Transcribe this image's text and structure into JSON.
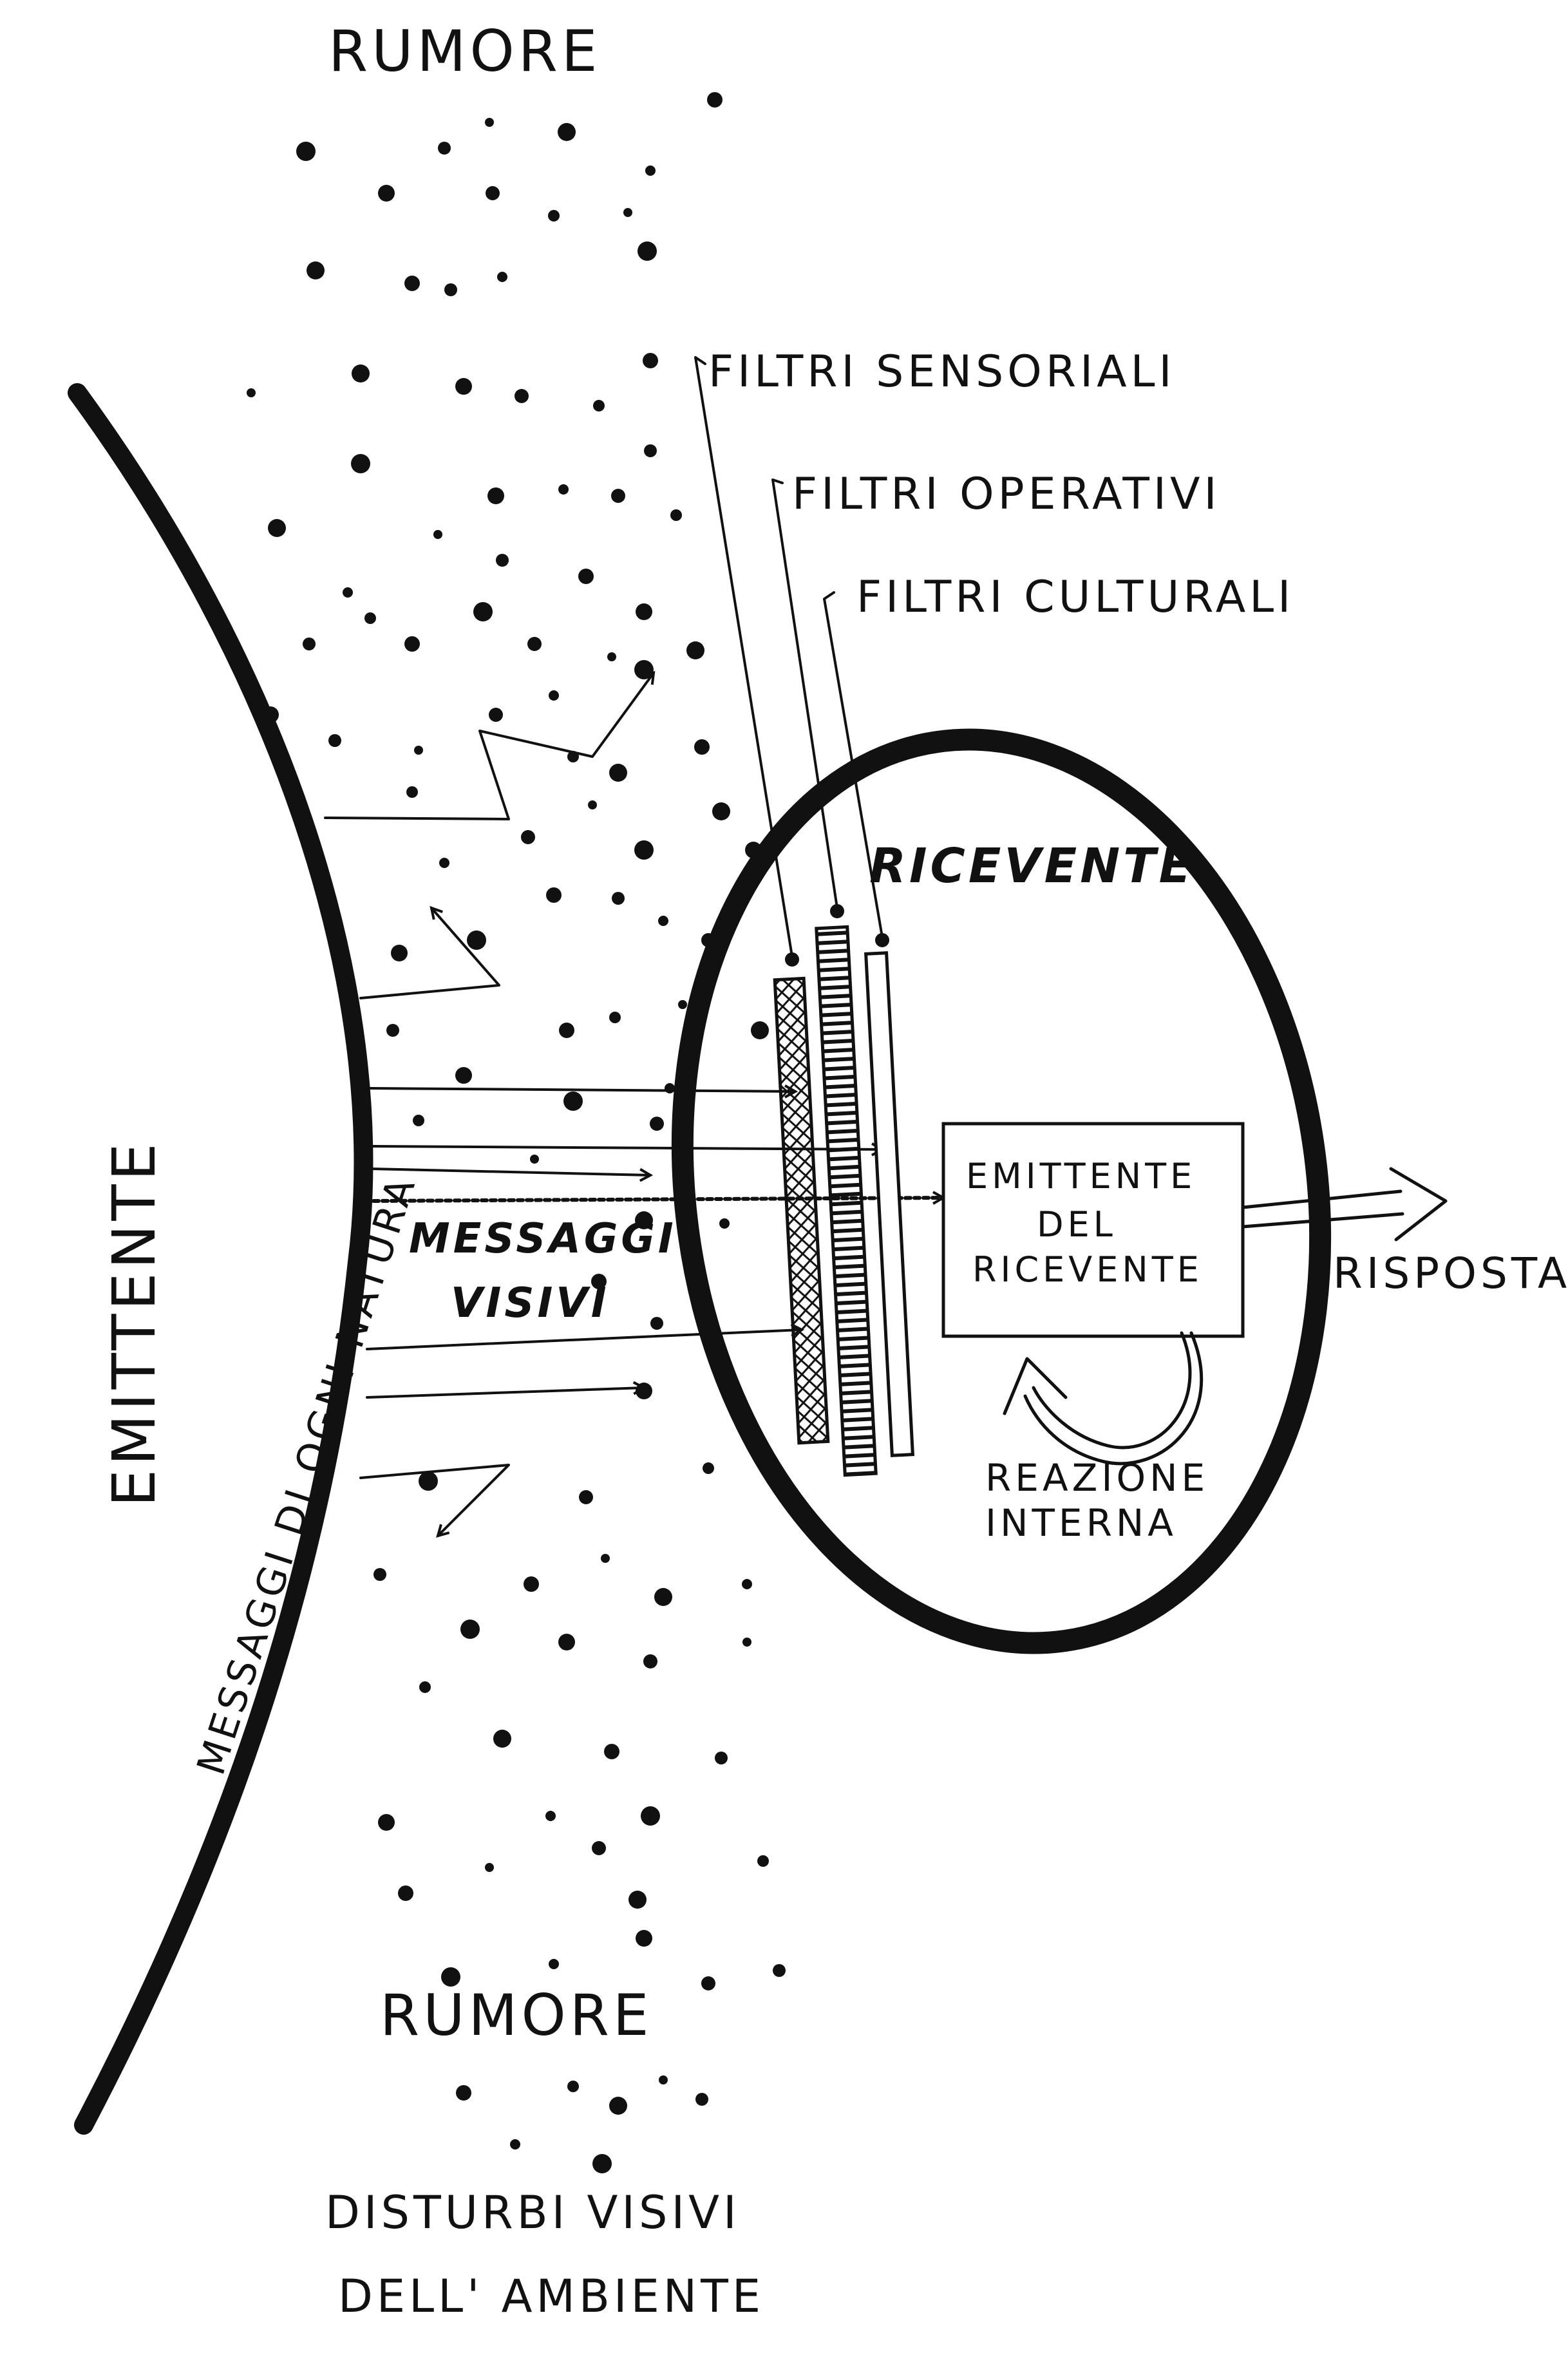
{
  "labels": {
    "noise_top": "RUMORE",
    "noise_bottom": "RUMORE",
    "environment_line1": "DISTURBI VISIVI",
    "environment_line2": "DELL' AMBIENTE",
    "sender": "EMITTENTE",
    "messages_all": "MESSAGGI   DI   OGNI   NATURA",
    "visual_messages_line1": "MESSAGGI",
    "visual_messages_line2": "VISIVI",
    "filter_sensory": "FILTRI SENSORIALI",
    "filter_operative": "FILTRI OPERATIVI",
    "filter_cultural": "FILTRI CULTURALI",
    "receiver": "RICEVENTE",
    "inner_sender_line1": "EMITTENTE",
    "inner_sender_line2": "DEL",
    "inner_sender_line3": "RICEVENTE",
    "response": "RISPOSTA",
    "internal_reaction_line1": "REAZIONE",
    "internal_reaction_line2": "INTERNA"
  },
  "colors": {
    "ink": "#111111",
    "paper": "#ffffff"
  }
}
